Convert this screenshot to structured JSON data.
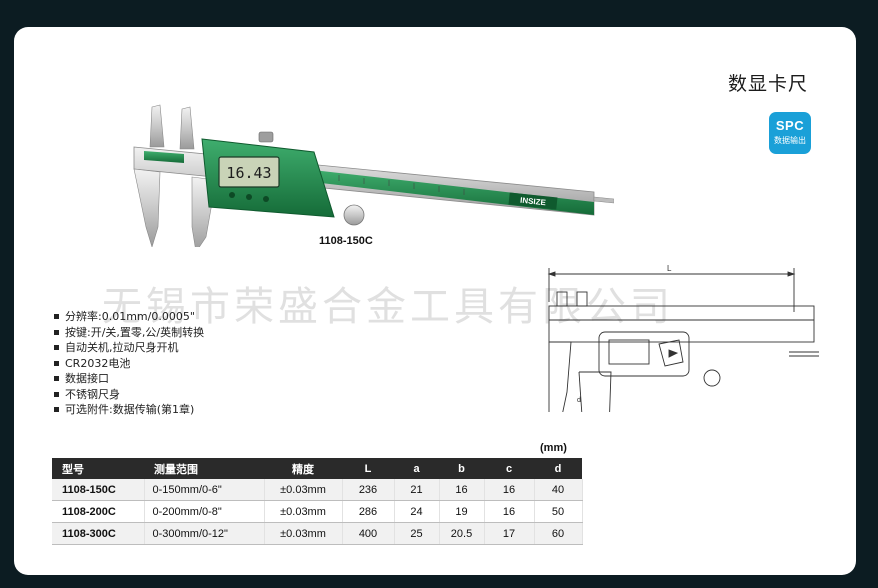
{
  "title": "数显卡尺",
  "spc_badge": {
    "line1": "SPC",
    "line2": "数据输出"
  },
  "product_caption": "1108-150C",
  "caliper": {
    "display_reading": "16.43",
    "brand": "INSIZE"
  },
  "watermark": "无锡市荣盛合金工具有限公司",
  "features": [
    "分辨率:0.01mm/0.0005\"",
    "按键:开/关,置零,公/英制转换",
    "自动关机,拉动尺身开机",
    "CR2032电池",
    "数据接口",
    "不锈钢尺身",
    "可选附件:数据传输(第1章)"
  ],
  "drawing": {
    "dimension_label": "L",
    "label_d": "d"
  },
  "unit": "(mm)",
  "table": {
    "headers": [
      "型号",
      "测量范围",
      "精度",
      "L",
      "a",
      "b",
      "c",
      "d"
    ],
    "rows": [
      [
        "1108-150C",
        "0-150mm/0-6\"",
        "±0.03mm",
        "236",
        "21",
        "16",
        "16",
        "40"
      ],
      [
        "1108-200C",
        "0-200mm/0-8\"",
        "±0.03mm",
        "286",
        "24",
        "19",
        "16",
        "50"
      ],
      [
        "1108-300C",
        "0-300mm/0-12\"",
        "±0.03mm",
        "400",
        "25",
        "20.5",
        "17",
        "60"
      ]
    ]
  },
  "colors": {
    "accent_green": "#1f8a4c",
    "spc_blue": "#1aa0d8",
    "table_header": "#2a2a2a",
    "page_bg": "#0c1c22"
  }
}
